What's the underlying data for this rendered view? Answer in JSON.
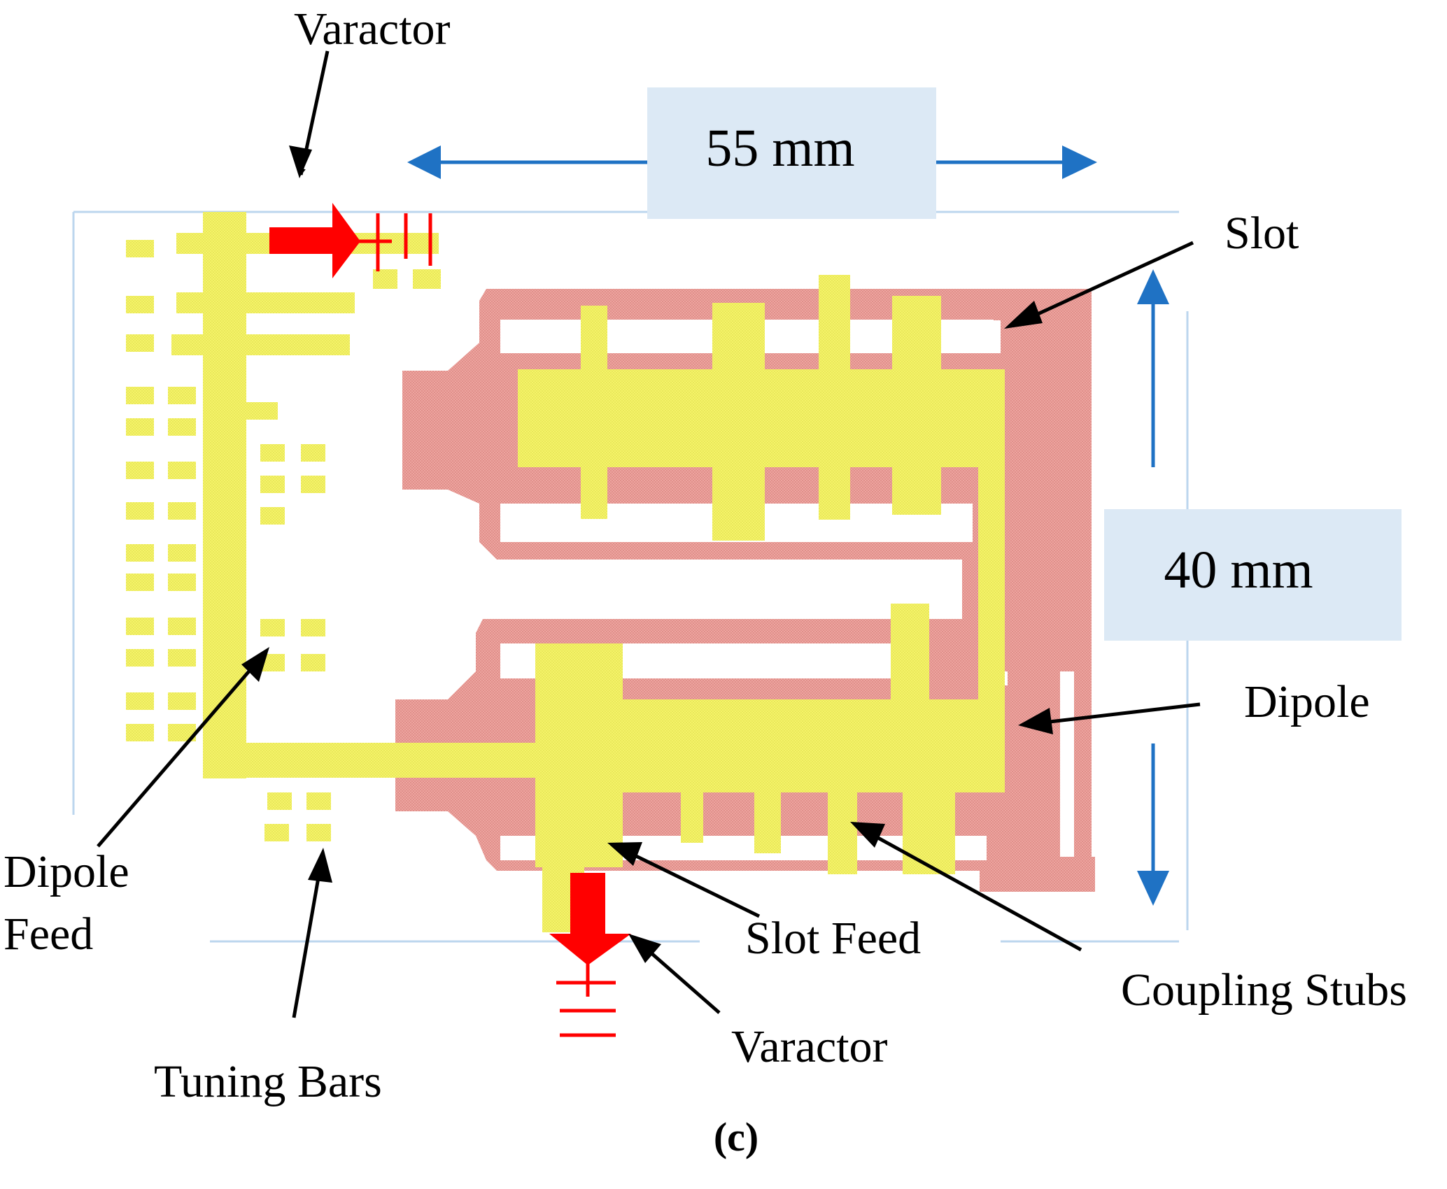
{
  "labels": {
    "varactor_top": "Varactor",
    "slot": "Slot",
    "dipole": "Dipole",
    "dipole_feed_line1": "Dipole",
    "dipole_feed_line2": "Feed",
    "tuning_bars": "Tuning Bars",
    "slot_feed": "Slot Feed",
    "coupling_stubs": "Coupling Stubs",
    "varactor_bottom": "Varactor",
    "subfigure": "(c)"
  },
  "dimensions": {
    "width": "55 mm",
    "height": "40 mm"
  },
  "colors": {
    "dipole_metal": "#f5f36a",
    "slot_metal": "#eda5a0",
    "dimension_arrow": "#1f72c4",
    "dimension_box": "#dce9f5",
    "varactor": "#ff0000",
    "board_outline": "#bcd6ee",
    "annotation_arrow": "#000000"
  }
}
